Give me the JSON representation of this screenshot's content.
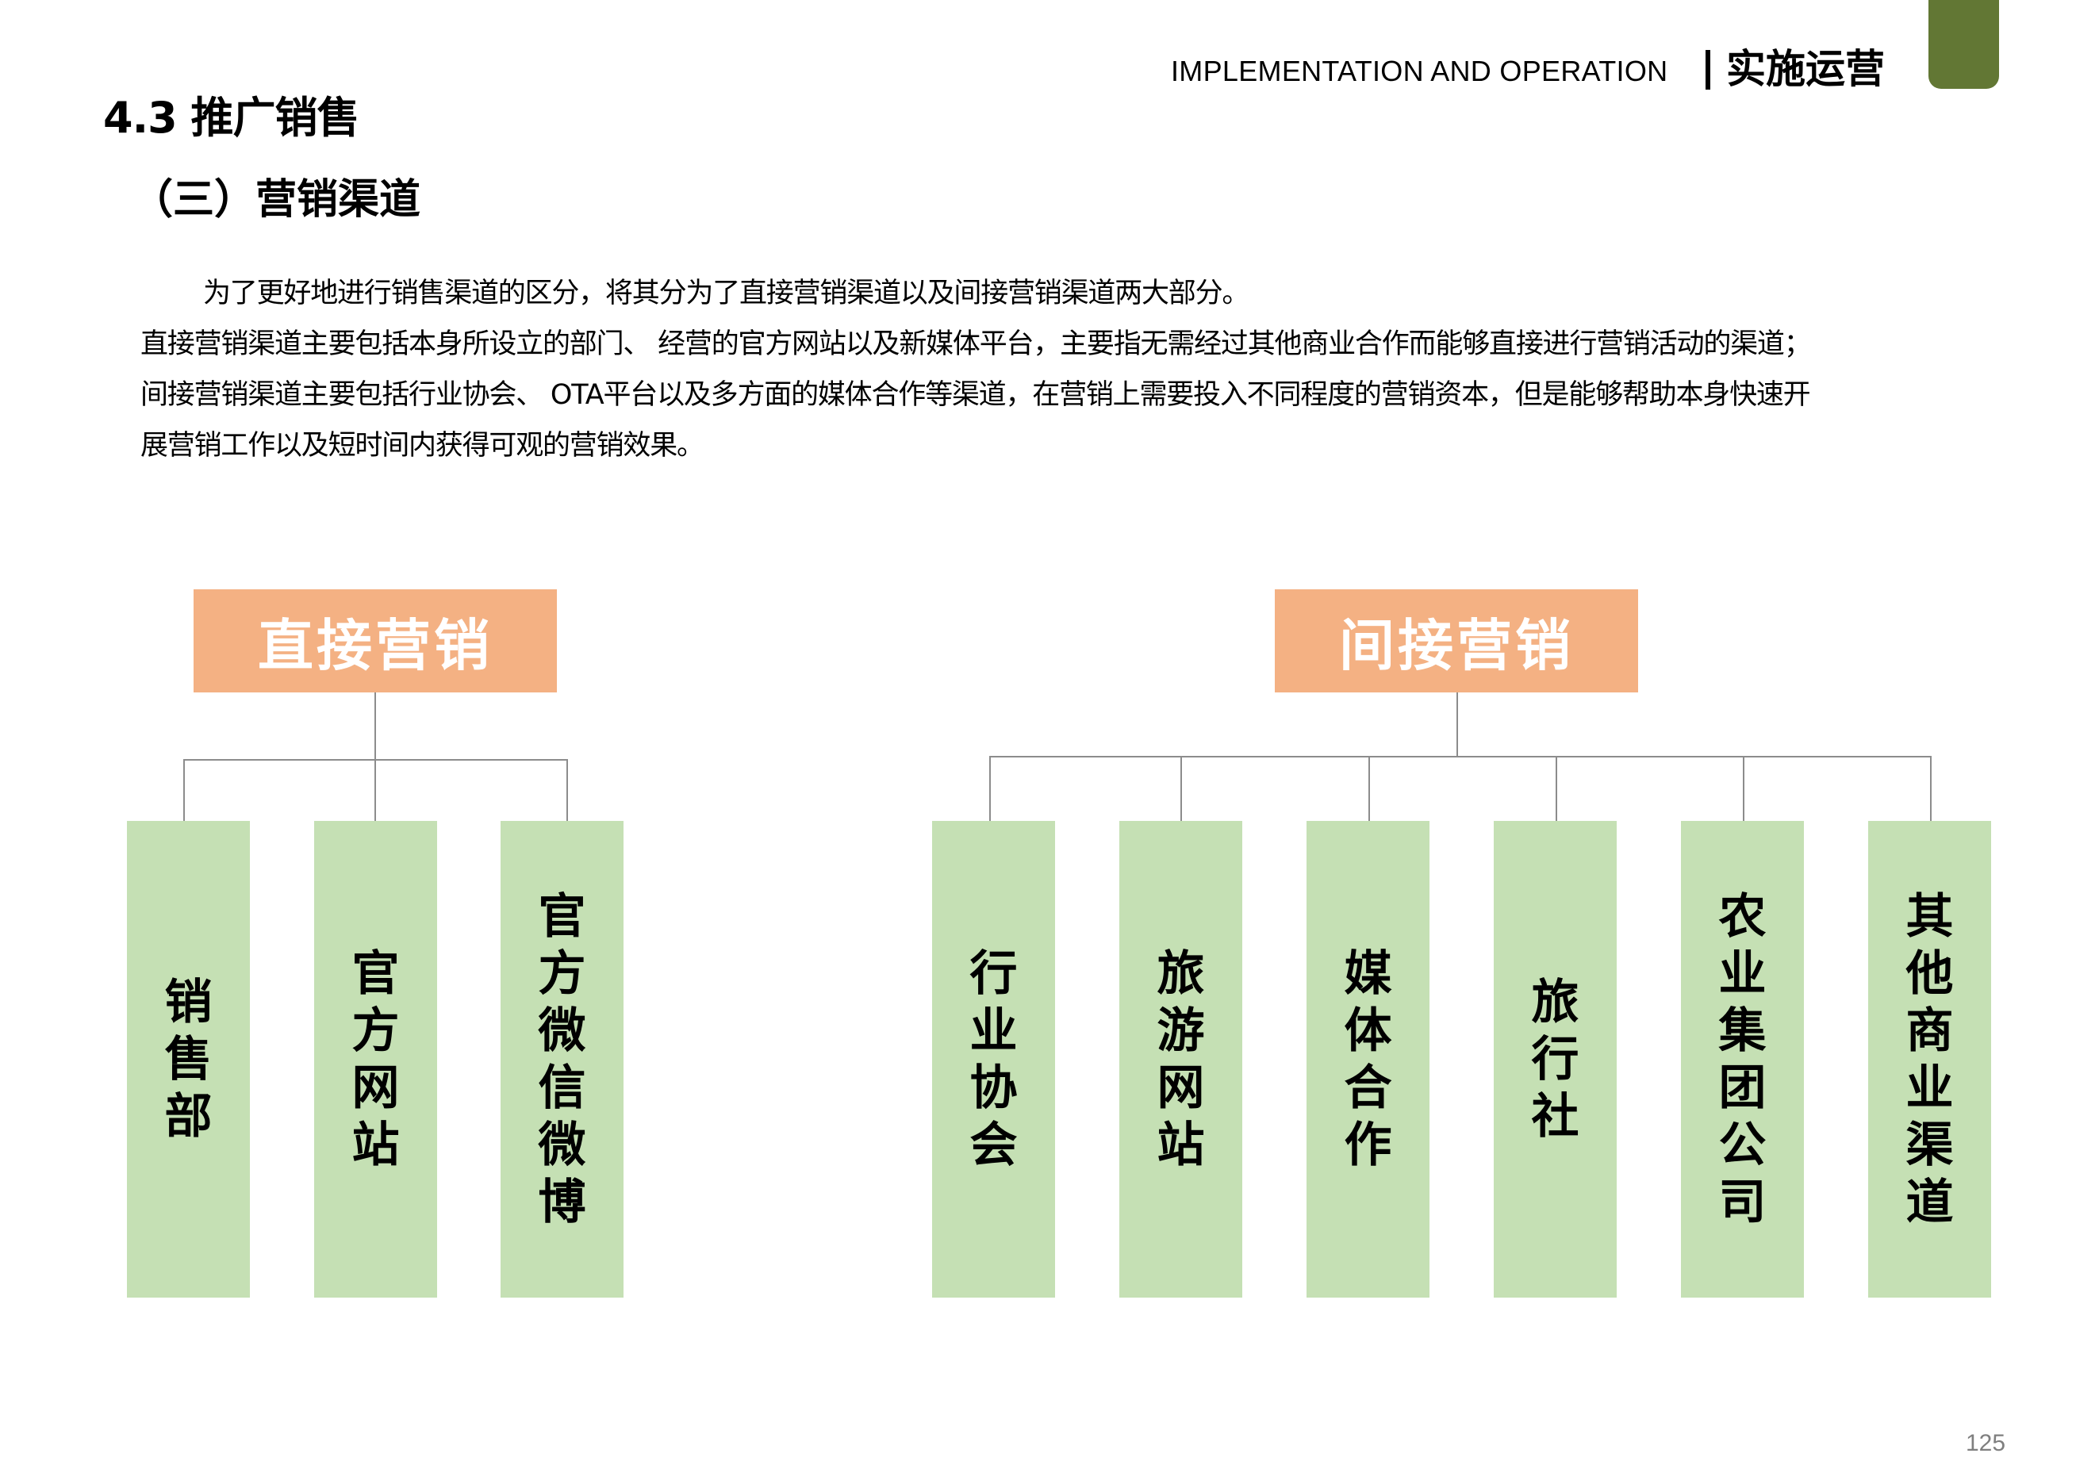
{
  "header": {
    "english_title": "IMPLEMENTATION AND OPERATION",
    "chinese_title": "实施运营",
    "accent_color": "#627734"
  },
  "section": {
    "title": "4.3 推广销售",
    "subtitle": "（三）营销渠道"
  },
  "body": {
    "paragraph_lines": [
      "为了更好地进行销售渠道的区分，将其分为了直接营销渠道以及间接营销渠道两大部分。",
      "直接营销渠道主要包括本身所设立的部门、 经营的官方网站以及新媒体平台，主要指无需经过其他商业合作而能够直接进行营销活动的渠道；",
      "间接营销渠道主要包括行业协会、 OTA平台以及多方面的媒体合作等渠道，在营销上需要投入不同程度的营销资本，但是能够帮助本身快速开",
      "展营销工作以及短时间内获得可观的营销效果。"
    ]
  },
  "diagram": {
    "colors": {
      "parent": "#F4B183",
      "child": "#C5E0B4",
      "connector": "#8C8C8C"
    },
    "direct": {
      "label": "直接营销",
      "children": [
        "销售部",
        "官方网站",
        "官方微信微博"
      ]
    },
    "indirect": {
      "label": "间接营销",
      "children": [
        "行业协会",
        "旅游网站",
        "媒体合作",
        "旅行社",
        "农业集团公司",
        "其他商业渠道"
      ]
    }
  },
  "footer": {
    "page_number": "125"
  }
}
